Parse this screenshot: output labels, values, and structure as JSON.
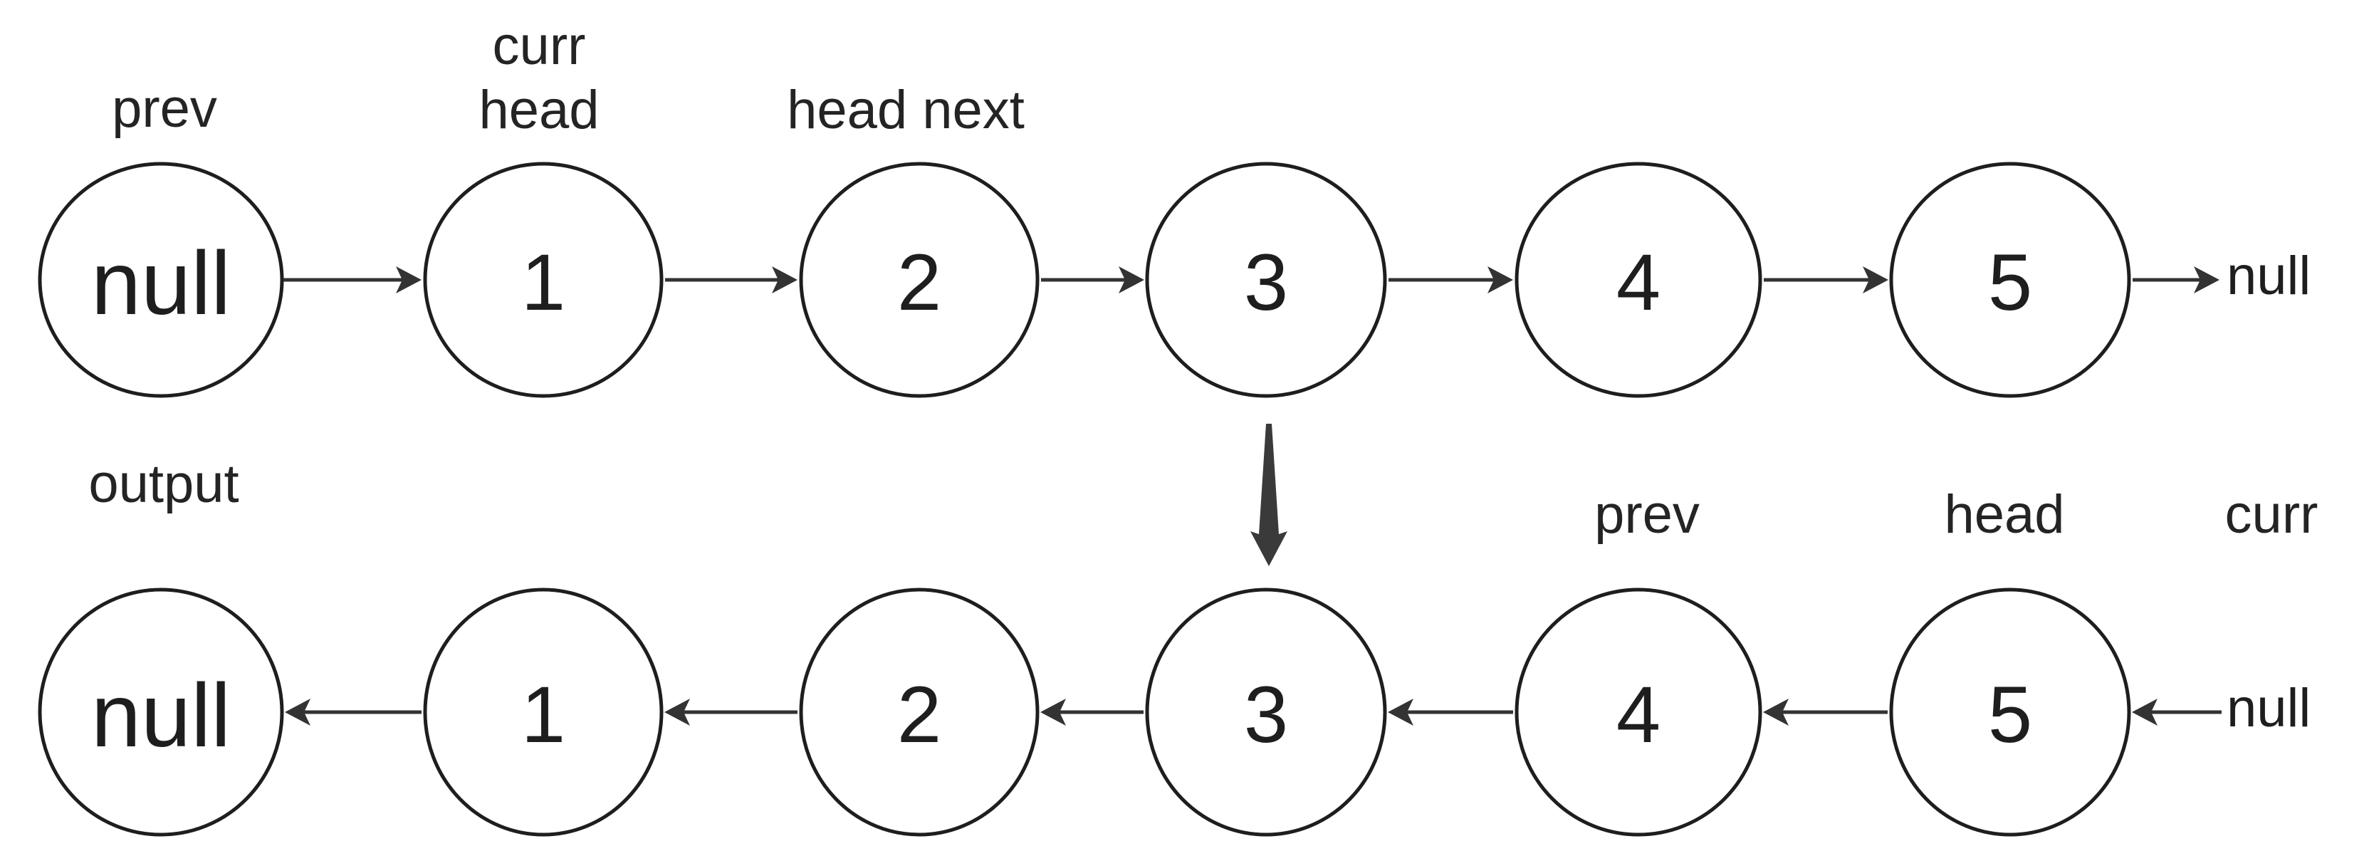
{
  "colors": {
    "background": "#ffffff",
    "node_stroke": "#1e1e1e",
    "text": "#1e1e1e",
    "label_text": "#242424",
    "arrow": "#333333",
    "big_arrow": "#3a3a3a"
  },
  "top_row": {
    "label_prev": "prev",
    "label_curr": "curr",
    "label_head": "head",
    "label_head_next": "head next",
    "nodes": [
      "null",
      "1",
      "2",
      "3",
      "4",
      "5"
    ],
    "tail_null": "null"
  },
  "bottom_row": {
    "label_output": "output",
    "label_prev": "prev",
    "label_head": "head",
    "label_curr": "curr",
    "nodes": [
      "null",
      "1",
      "2",
      "3",
      "4",
      "5"
    ],
    "tail_null": "null"
  }
}
